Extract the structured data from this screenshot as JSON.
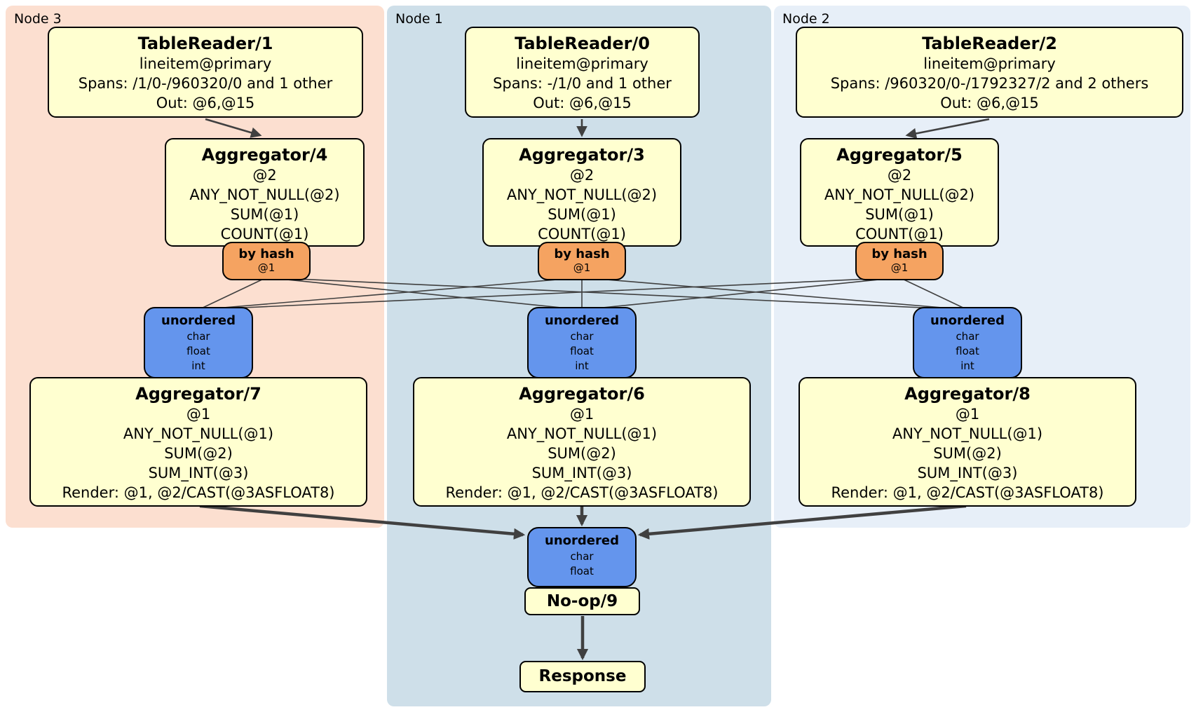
{
  "colors": {
    "node3_bg": "#fcdfd0",
    "node1_bg": "#cedfe9",
    "node2_bg": "#e7eff8",
    "plan_box_fill": "#ffffd0",
    "router_fill": "#f5a361",
    "sync_fill": "#6495ed",
    "edge": "#404040"
  },
  "nodes": {
    "node3": {
      "label": "Node 3",
      "tablereader": {
        "title": "TableReader/1",
        "lines": [
          "lineitem@primary",
          "Spans: /1/0-/960320/0 and 1 other",
          "Out: @6,@15"
        ]
      },
      "aggregator_top": {
        "title": "Aggregator/4",
        "lines": [
          "@2",
          "ANY_NOT_NULL(@2)",
          "SUM(@1)",
          "COUNT(@1)"
        ]
      },
      "router": {
        "title": "by hash",
        "detail": "@1"
      },
      "sync": {
        "title": "unordered",
        "items": [
          "char",
          "float",
          "int"
        ]
      },
      "aggregator_bottom": {
        "title": "Aggregator/7",
        "lines": [
          "@1",
          "ANY_NOT_NULL(@1)",
          "SUM(@2)",
          "SUM_INT(@3)",
          "Render: @1, @2/CAST(@3ASFLOAT8)"
        ]
      }
    },
    "node1": {
      "label": "Node 1",
      "tablereader": {
        "title": "TableReader/0",
        "lines": [
          "lineitem@primary",
          "Spans: -/1/0 and 1 other",
          "Out: @6,@15"
        ]
      },
      "aggregator_top": {
        "title": "Aggregator/3",
        "lines": [
          "@2",
          "ANY_NOT_NULL(@2)",
          "SUM(@1)",
          "COUNT(@1)"
        ]
      },
      "router": {
        "title": "by hash",
        "detail": "@1"
      },
      "sync": {
        "title": "unordered",
        "items": [
          "char",
          "float",
          "int"
        ]
      },
      "aggregator_bottom": {
        "title": "Aggregator/6",
        "lines": [
          "@1",
          "ANY_NOT_NULL(@1)",
          "SUM(@2)",
          "SUM_INT(@3)",
          "Render: @1, @2/CAST(@3ASFLOAT8)"
        ]
      }
    },
    "node2": {
      "label": "Node 2",
      "tablereader": {
        "title": "TableReader/2",
        "lines": [
          "lineitem@primary",
          "Spans: /960320/0-/1792327/2 and 2 others",
          "Out: @6,@15"
        ]
      },
      "aggregator_top": {
        "title": "Aggregator/5",
        "lines": [
          "@2",
          "ANY_NOT_NULL(@2)",
          "SUM(@1)",
          "COUNT(@1)"
        ]
      },
      "router": {
        "title": "by hash",
        "detail": "@1"
      },
      "sync": {
        "title": "unordered",
        "items": [
          "char",
          "float",
          "int"
        ]
      },
      "aggregator_bottom": {
        "title": "Aggregator/8",
        "lines": [
          "@1",
          "ANY_NOT_NULL(@1)",
          "SUM(@2)",
          "SUM_INT(@3)",
          "Render: @1, @2/CAST(@3ASFLOAT8)"
        ]
      }
    }
  },
  "final_stage": {
    "sync": {
      "title": "unordered",
      "items": [
        "char",
        "float"
      ]
    },
    "noop_label": "No-op/9",
    "response_label": "Response"
  }
}
